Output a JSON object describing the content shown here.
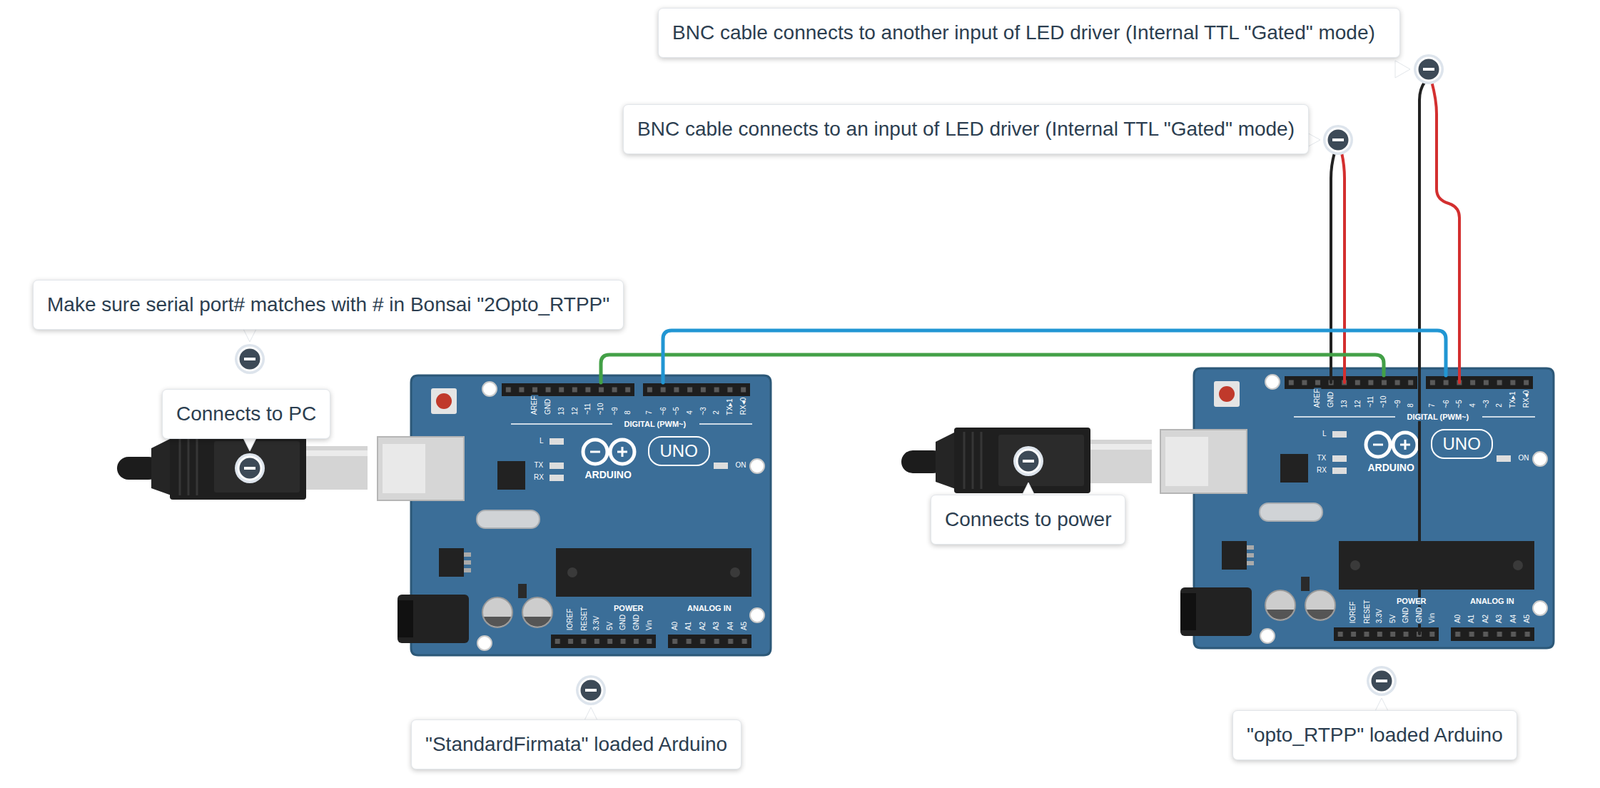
{
  "diagram": {
    "nodes": [
      {
        "text": [
          "BNC cable connects to another input of LED driver (Internal TTL \"Gated\" mode)"
        ]
      },
      {
        "text": [
          "BNC cable connects to an input of LED driver (Internal TTL \"Gated\" mode)"
        ]
      },
      {
        "text": [
          "Make sure serial port# matches with # in Bonsai \"2Opto_RTPP\""
        ]
      },
      {
        "text": [
          "Connects to PC"
        ]
      },
      {
        "text": [
          "AREF",
          "GND",
          "13",
          "12",
          "~11",
          "~10",
          "~9",
          "8",
          "7",
          "~6",
          "~5",
          "4",
          "~3",
          "2",
          "TX▸1",
          "RX◂0",
          "DIGITAL (PWM~)",
          "L",
          "TX",
          "RX",
          "ARDUINO",
          "UNO",
          "ON",
          "IOREF",
          "RESET",
          "3.3V",
          "5V",
          "GND",
          "GND",
          "Vin",
          "POWER",
          "A0",
          "A1",
          "A2",
          "A3",
          "A4",
          "A5",
          "ANALOG IN"
        ]
      },
      {
        "text": [
          "Connects to power"
        ]
      },
      {
        "text": [
          "AREF",
          "GND",
          "13",
          "12",
          "~11",
          "~10",
          "~9",
          "8",
          "7",
          "~6",
          "~5",
          "4",
          "~3",
          "2",
          "TX▸1",
          "RX◂0",
          "DIGITAL (PWM~)",
          "L",
          "TX",
          "RX",
          "ARDUINO",
          "UNO",
          "ON",
          "IOREF",
          "RESET",
          "3.3V",
          "5V",
          "GND",
          "GND",
          "Vin",
          "POWER",
          "A0",
          "A1",
          "A2",
          "A3",
          "A4",
          "A5",
          "ANALOG IN"
        ]
      },
      {
        "text": [
          "\"StandardFirmata\" loaded Arduino"
        ]
      },
      {
        "text": [
          "\"opto_RTPP\" loaded Arduino"
        ]
      }
    ],
    "edges": [
      {
        "from": 4,
        "to": 6,
        "arrow": "none"
      },
      {
        "from": 4,
        "to": 6,
        "arrow": "none"
      }
    ]
  }
}
